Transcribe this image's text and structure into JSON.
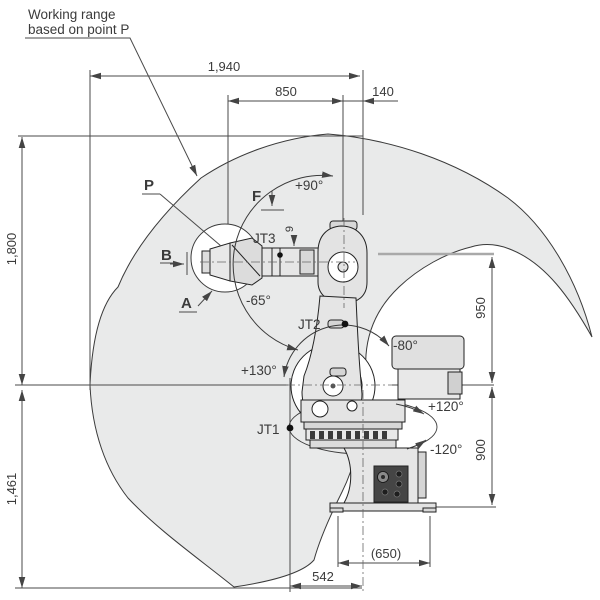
{
  "title": {
    "line1": "Working range",
    "line2": "based on point P"
  },
  "dimensions": {
    "max_reach": "1,940",
    "p_to_jt2": "850",
    "jt2_offset": "140",
    "upper_height": "1,800",
    "lower_depth": "1,461",
    "peak_above_axis": "950",
    "axis_height": "900",
    "base_width": "(650)",
    "rear_reach": "542",
    "wrist_offset": "9"
  },
  "points": {
    "p": "P",
    "f": "F",
    "b": "B",
    "a": "A"
  },
  "joints": {
    "jt1": {
      "label": "JT1",
      "plus": "+120°",
      "minus": "-120°"
    },
    "jt2": {
      "label": "JT2",
      "plus": "+130°",
      "minus": "-80°"
    },
    "jt3": {
      "label": "JT3",
      "plus": "+90°",
      "minus": "-65°"
    }
  },
  "colors": {
    "envelope_fill": "#e9eaea",
    "drawing_line": "#4a4a4a",
    "text": "#3b3b3b",
    "robot_fill": "#e6e6e6",
    "panel_dark": "#454545"
  }
}
